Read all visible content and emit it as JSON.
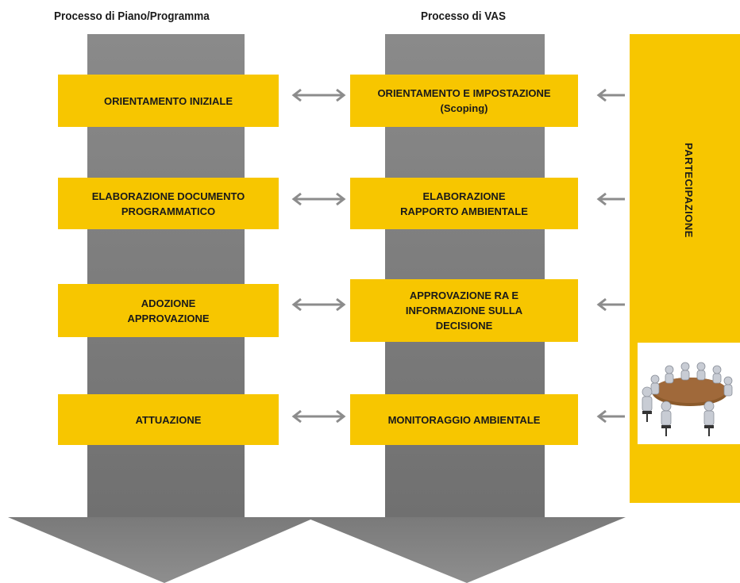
{
  "left_column": {
    "title": "Processo di Piano/Programma",
    "steps": [
      "ORIENTAMENTO INIZIALE",
      "ELABORAZIONE DOCUMENTO\nPROGRAMMATICO",
      "ADOZIONE\nAPPROVAZIONE",
      "ATTUAZIONE"
    ]
  },
  "middle_column": {
    "title": "Processo di VAS",
    "steps": [
      "ORIENTAMENTO E IMPOSTAZIONE\n(Scoping)",
      "ELABORAZIONE\nRAPPORTO AMBIENTALE",
      "APPROVAZIONE RA E\nINFORMAZIONE SULLA\nDECISIONE",
      "MONITORAGGIO AMBIENTALE"
    ]
  },
  "right_column": {
    "label": "PARTECIPAZIONE",
    "image_icon": "meeting-table-icon"
  },
  "colors": {
    "box": "#f7c600",
    "stem": "#7f7f7f",
    "arrow_line": "#8c8c8c"
  }
}
